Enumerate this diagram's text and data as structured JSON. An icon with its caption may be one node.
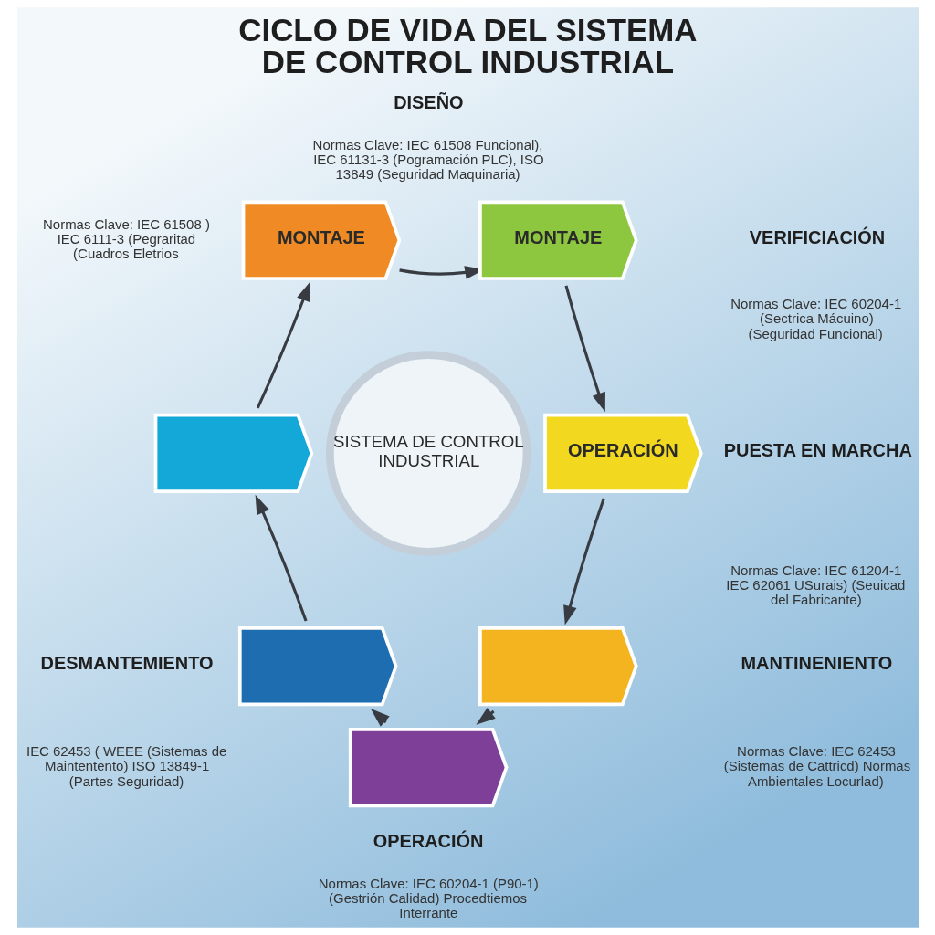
{
  "diagram": {
    "title": "CICLO DE VIDA DEL SISTEMA DE CONTROL INDUSTRIAL",
    "nodes": [
      {
        "text": [
          "MONTAJE"
        ]
      },
      {
        "text": [
          "MONTAJE"
        ]
      },
      {
        "text": [
          "OPERACIÓN"
        ]
      },
      {
        "text": [],
        "shape": "chevron"
      },
      {
        "text": [],
        "shape": "chevron"
      },
      {
        "text": [],
        "shape": "chevron"
      },
      {
        "text": [],
        "shape": "chevron"
      },
      {
        "text": [
          "SISTEMA DE CONTROL INDUSTRIAL"
        ]
      }
    ],
    "edges": [
      {
        "from": 0,
        "to": 1,
        "arrow": "to"
      },
      {
        "from": 1,
        "to": 2,
        "arrow": "to"
      },
      {
        "from": 2,
        "to": 3,
        "arrow": "to"
      },
      {
        "from": 3,
        "to": 4,
        "arrow": "to"
      },
      {
        "from": 4,
        "to": 5,
        "arrow": "to"
      },
      {
        "from": 5,
        "to": 6,
        "arrow": "to"
      },
      {
        "from": 6,
        "to": 0,
        "arrow": "to"
      }
    ],
    "labels": [
      "DISEÑO",
      "Normas Clave: IEC 61508 Funcional), IEC 61131-3 (Pogramación PLC), ISO 13849 (Seguridad Maquinaria)",
      "Normas Clave: IEC 61508 ) IEC 6111-3 (Pegraritad (Cuadros Eletrios",
      "VERIFICIACIÓN",
      "Normas Clave: IEC 60204-1 (Sectrica Mácuino) (Seguridad Funcional)",
      "PUESTA EN MARCHA",
      "Normas Clave: IEC 61204-1 IEC 62061 USurais) (Seuicad del Fabricante)",
      "DESMANTEMIENTO",
      "IEC 62453 ( WEEE (Sistemas de Maintentento) ISO 13849-1 (Partes Seguridad)",
      "MANTINENIENTO",
      "Normas Clave: IEC 62453 (Sistemas de Cattricd) Normas Ambientales Locurlad)",
      "OPERACIÓN",
      "Normas Clave: IEC 60204-1 (P90-1) (Gestrión Calidad) Procedtiemos Interrante"
    ]
  }
}
